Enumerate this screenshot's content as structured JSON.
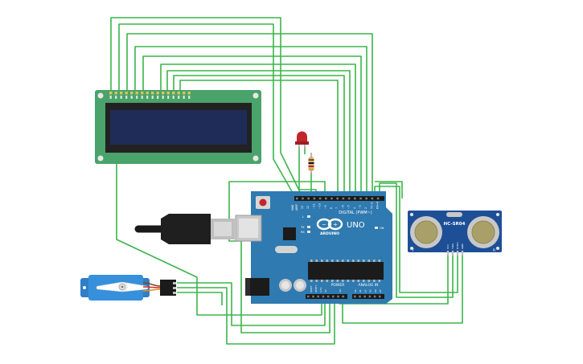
{
  "arduino": {
    "brand": "ARDUINO",
    "model": "UNO",
    "digital_header": "DIGITAL (PWM~)",
    "power_header": "POWER",
    "analog_header": "ANALOG IN",
    "on_label": "ON",
    "l_label": "L",
    "tx_label": "TX",
    "rx_label": "RX",
    "aref_label": "AREF",
    "gnd_label": "GND",
    "ioref_label": "IOREF",
    "reset_label": "RESET",
    "v33_label": "3.3V",
    "v5_label": "5V",
    "vin_label": "Vin",
    "digital_pins": [
      "13",
      "12",
      "~11",
      "~10",
      "~9",
      "8",
      "7",
      "~6",
      "~5",
      "4",
      "~3",
      "2",
      "TX→1",
      "RX←0"
    ],
    "analog_pins": [
      "A0",
      "A1",
      "A2",
      "A3",
      "A4",
      "A5"
    ]
  },
  "ultrasonic": {
    "model": "HC-SR04",
    "pins": [
      "VCC",
      "TRIG",
      "ECHO",
      "GND"
    ],
    "left_mark": "T",
    "right_mark": "R"
  },
  "lcd": {
    "pin_count": 16
  },
  "colors": {
    "wire": "#3bb54a",
    "board": "#2f7ab0",
    "lcd_pcb": "#4aa36a",
    "lcd_screen": "#1f2c57",
    "ultrasonic": "#1d4f96",
    "servo": "#2e7ec8",
    "led": "#c0262b"
  }
}
